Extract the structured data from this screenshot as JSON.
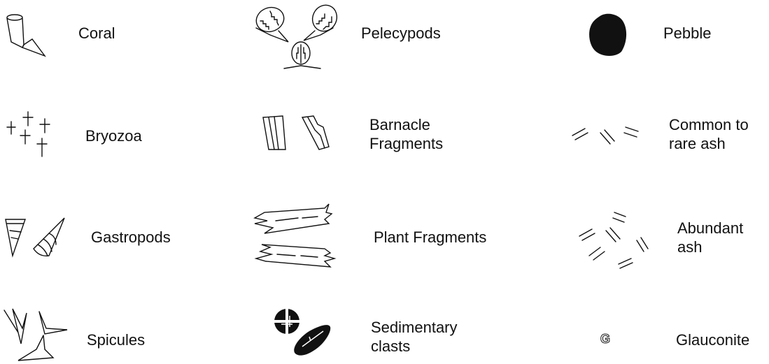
{
  "legend": {
    "items": [
      {
        "symbol": "coral-icon",
        "label": "Coral"
      },
      {
        "symbol": "pelecypods-icon",
        "label": "Pelecypods"
      },
      {
        "symbol": "pebble-icon",
        "label": "Pebble"
      },
      {
        "symbol": "bryozoa-icon",
        "label": "Bryozoa"
      },
      {
        "symbol": "barnacle-fragments-icon",
        "label_line1": "Barnacle",
        "label_line2": "Fragments"
      },
      {
        "symbol": "common-to-rare-ash-icon",
        "label_line1": "Common to",
        "label_line2": "rare ash"
      },
      {
        "symbol": "gastropods-icon",
        "label": "Gastropods"
      },
      {
        "symbol": "plant-fragments-icon",
        "label": "Plant Fragments"
      },
      {
        "symbol": "abundant-ash-icon",
        "label_line1": "Abundant",
        "label_line2": "ash"
      },
      {
        "symbol": "spicules-icon",
        "label": "Spicules"
      },
      {
        "symbol": "sedimentary-clasts-icon",
        "label_line1": "Sedimentary",
        "label_line2": "clasts"
      },
      {
        "symbol": "glauconite-icon",
        "label": "Glauconite",
        "glyph": "G"
      }
    ]
  }
}
